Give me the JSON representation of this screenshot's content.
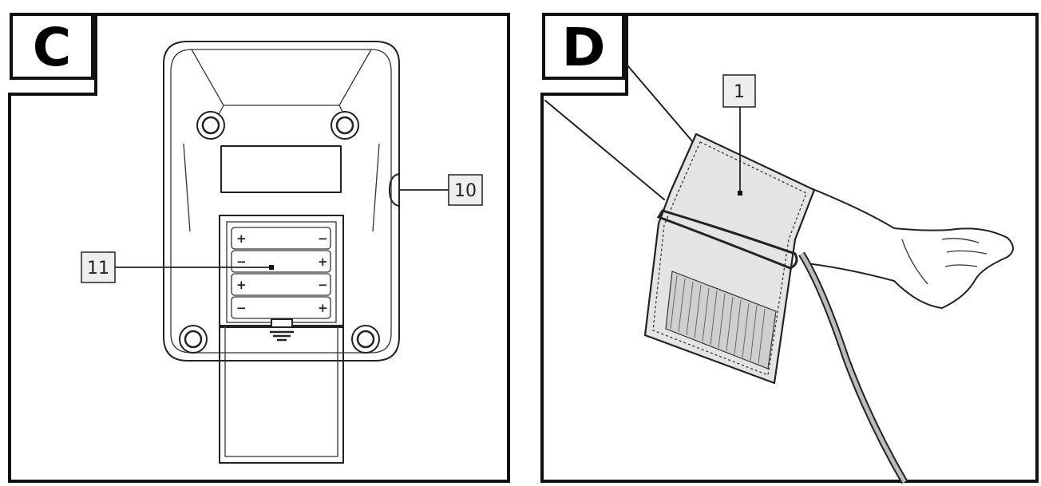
{
  "panels": [
    {
      "letter": "C",
      "callouts": [
        {
          "number": "10",
          "target": "side-button"
        },
        {
          "number": "11",
          "target": "battery-compartment"
        }
      ]
    },
    {
      "letter": "D",
      "callouts": [
        {
          "number": "1",
          "target": "arm-cuff"
        }
      ]
    }
  ]
}
